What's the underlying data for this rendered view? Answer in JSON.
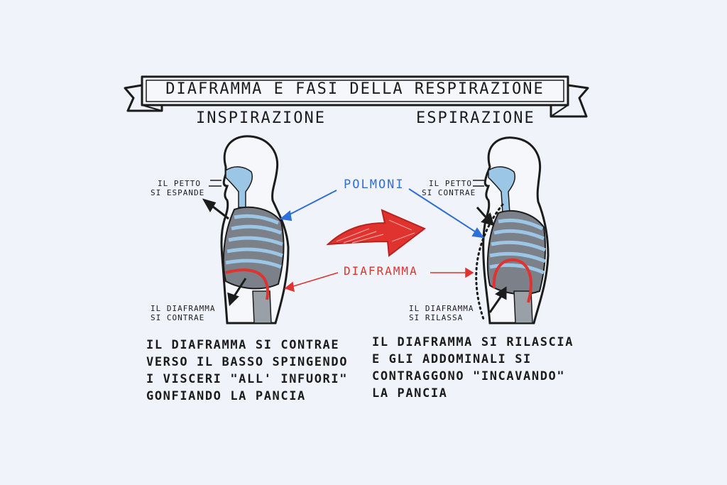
{
  "title": "DIAFRAMMA E FASI DELLA RESPIRAZIONE",
  "left": {
    "heading": "INSPIRAZIONE",
    "chest_note": [
      "IL PETTO",
      "SI ESPANDE"
    ],
    "diaphragm_note": [
      "IL DIAFRAMMA",
      "SI CONTRAE"
    ],
    "description": [
      "IL DIAFRAMMA SI CONTRAE",
      "VERSO IL BASSO SPINGENDO",
      "I VISCERI \"ALL' INFUORI\"",
      "GONFIANDO LA PANCIA"
    ]
  },
  "right": {
    "heading": "ESPIRAZIONE",
    "chest_note": [
      "IL PETTO",
      "SI CONTRAE"
    ],
    "diaphragm_note": [
      "IL DIAFRAMMA",
      "SI RILASSA"
    ],
    "description": [
      "IL DIAFRAMMA SI RILASCIA",
      "E GLI ADDOMINALI SI",
      "CONTRAGGONO \"INCAVANDO\"",
      "LA PANCIA"
    ]
  },
  "center": {
    "lungs_label": "POLMONI",
    "diaphragm_label": "DIAFRAMMA"
  },
  "colors": {
    "background": "#f1f3fb",
    "ink": "#1c1c1c",
    "lungs_blue": "#2e6fd8",
    "airway_blue": "#9cc6e6",
    "diaphragm_red": "#e0322e",
    "ribcage_gray": "#7c8088"
  }
}
